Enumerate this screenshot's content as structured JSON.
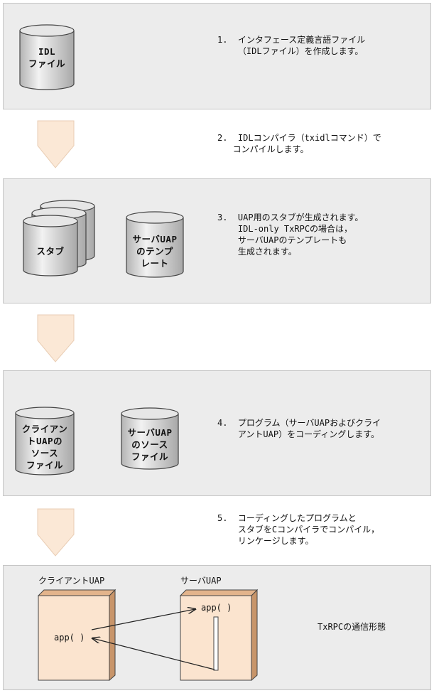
{
  "steps": {
    "s1": "1.  インタフェース定義言語ファイル\n    （IDLファイル）を作成します。",
    "s2": "2.  IDLコンパイラ（txidlコマンド）で\n   コンパイルします。",
    "s3": "3.  UAP用のスタブが生成されます。\n    IDL-only TxRPCの場合は，\n    サーバUAPのテンプレートも\n    生成されます。",
    "s4": "4.  プログラム（サーバUAPおよびクライ\n    アントUAP）をコーディングします。",
    "s5": "5.  コーディングしたプログラムと\n    スタブをCコンパイラでコンパイル，\n    リンケージします。"
  },
  "cylinders": {
    "idl": "IDL\nファイル",
    "stub": "スタブ",
    "server_template": "サーバUAP\nのテンプ\nレート",
    "client_source": "クライアン\nトUAPの\nソース\nファイル",
    "server_source": "サーバUAP\nのソース\nファイル"
  },
  "final": {
    "client_label": "クライアントUAP",
    "server_label": "サーバUAP",
    "client_call": "app( )",
    "server_call": "app( )",
    "caption": "TxRPCの通信形態"
  },
  "colors": {
    "panel_bg": "#ececec",
    "arrow_fill": "#fbe8d6",
    "box_front": "#fbe4cf",
    "box_side": "#c8956a",
    "cylinder_gray": "#cfcfcf"
  }
}
